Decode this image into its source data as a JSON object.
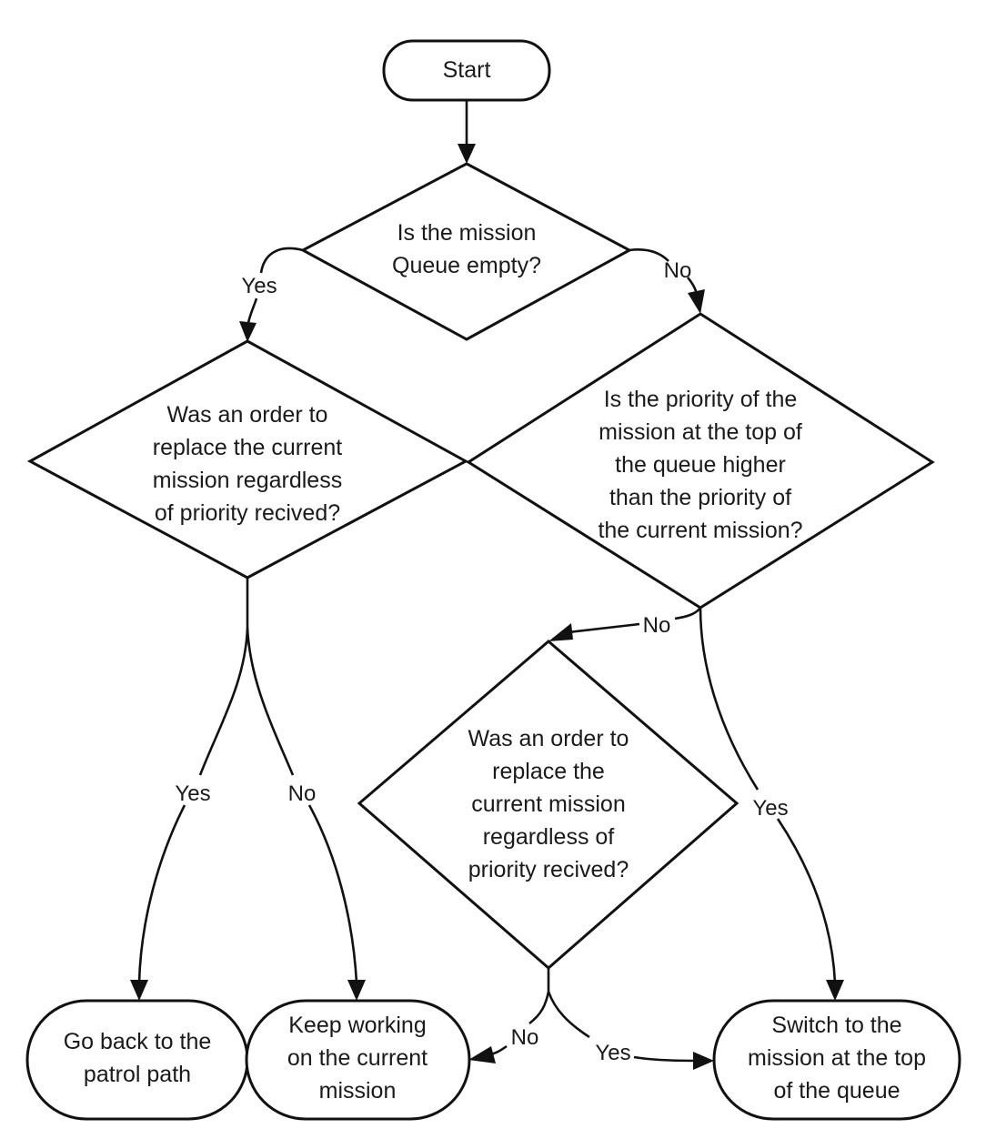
{
  "diagram": {
    "type": "flowchart",
    "nodes": {
      "start": {
        "kind": "terminal",
        "lines": [
          "Start"
        ]
      },
      "queue_empty": {
        "kind": "decision",
        "lines": [
          "Is the mission",
          "Queue empty?"
        ]
      },
      "order_replace_left": {
        "kind": "decision",
        "lines": [
          "Was an order to",
          "replace the current",
          "mission regardless",
          "of priority recived?"
        ]
      },
      "priority_higher": {
        "kind": "decision",
        "lines": [
          "Is the priority of the",
          "mission at the top of",
          "the queue higher",
          "than the priority of",
          "the current mission?"
        ]
      },
      "order_replace_right": {
        "kind": "decision",
        "lines": [
          "Was an order to",
          "replace the",
          "current mission",
          "regardless of",
          "priority recived?"
        ]
      },
      "go_back_patrol": {
        "kind": "terminal",
        "lines": [
          "Go back to the",
          "patrol path"
        ]
      },
      "keep_working": {
        "kind": "terminal",
        "lines": [
          "Keep working",
          "on the current",
          "mission"
        ]
      },
      "switch_mission": {
        "kind": "terminal",
        "lines": [
          "Switch to the",
          "mission at the top",
          "of the queue"
        ]
      }
    },
    "edges": [
      {
        "from": "start",
        "to": "queue_empty",
        "label": ""
      },
      {
        "from": "queue_empty",
        "to": "order_replace_left",
        "label": "Yes"
      },
      {
        "from": "queue_empty",
        "to": "priority_higher",
        "label": "No"
      },
      {
        "from": "order_replace_left",
        "to": "go_back_patrol",
        "label": "Yes"
      },
      {
        "from": "order_replace_left",
        "to": "keep_working",
        "label": "No"
      },
      {
        "from": "priority_higher",
        "to": "order_replace_right",
        "label": "No"
      },
      {
        "from": "priority_higher",
        "to": "switch_mission",
        "label": "Yes"
      },
      {
        "from": "order_replace_right",
        "to": "keep_working",
        "label": "No"
      },
      {
        "from": "order_replace_right",
        "to": "switch_mission",
        "label": "Yes"
      }
    ]
  }
}
